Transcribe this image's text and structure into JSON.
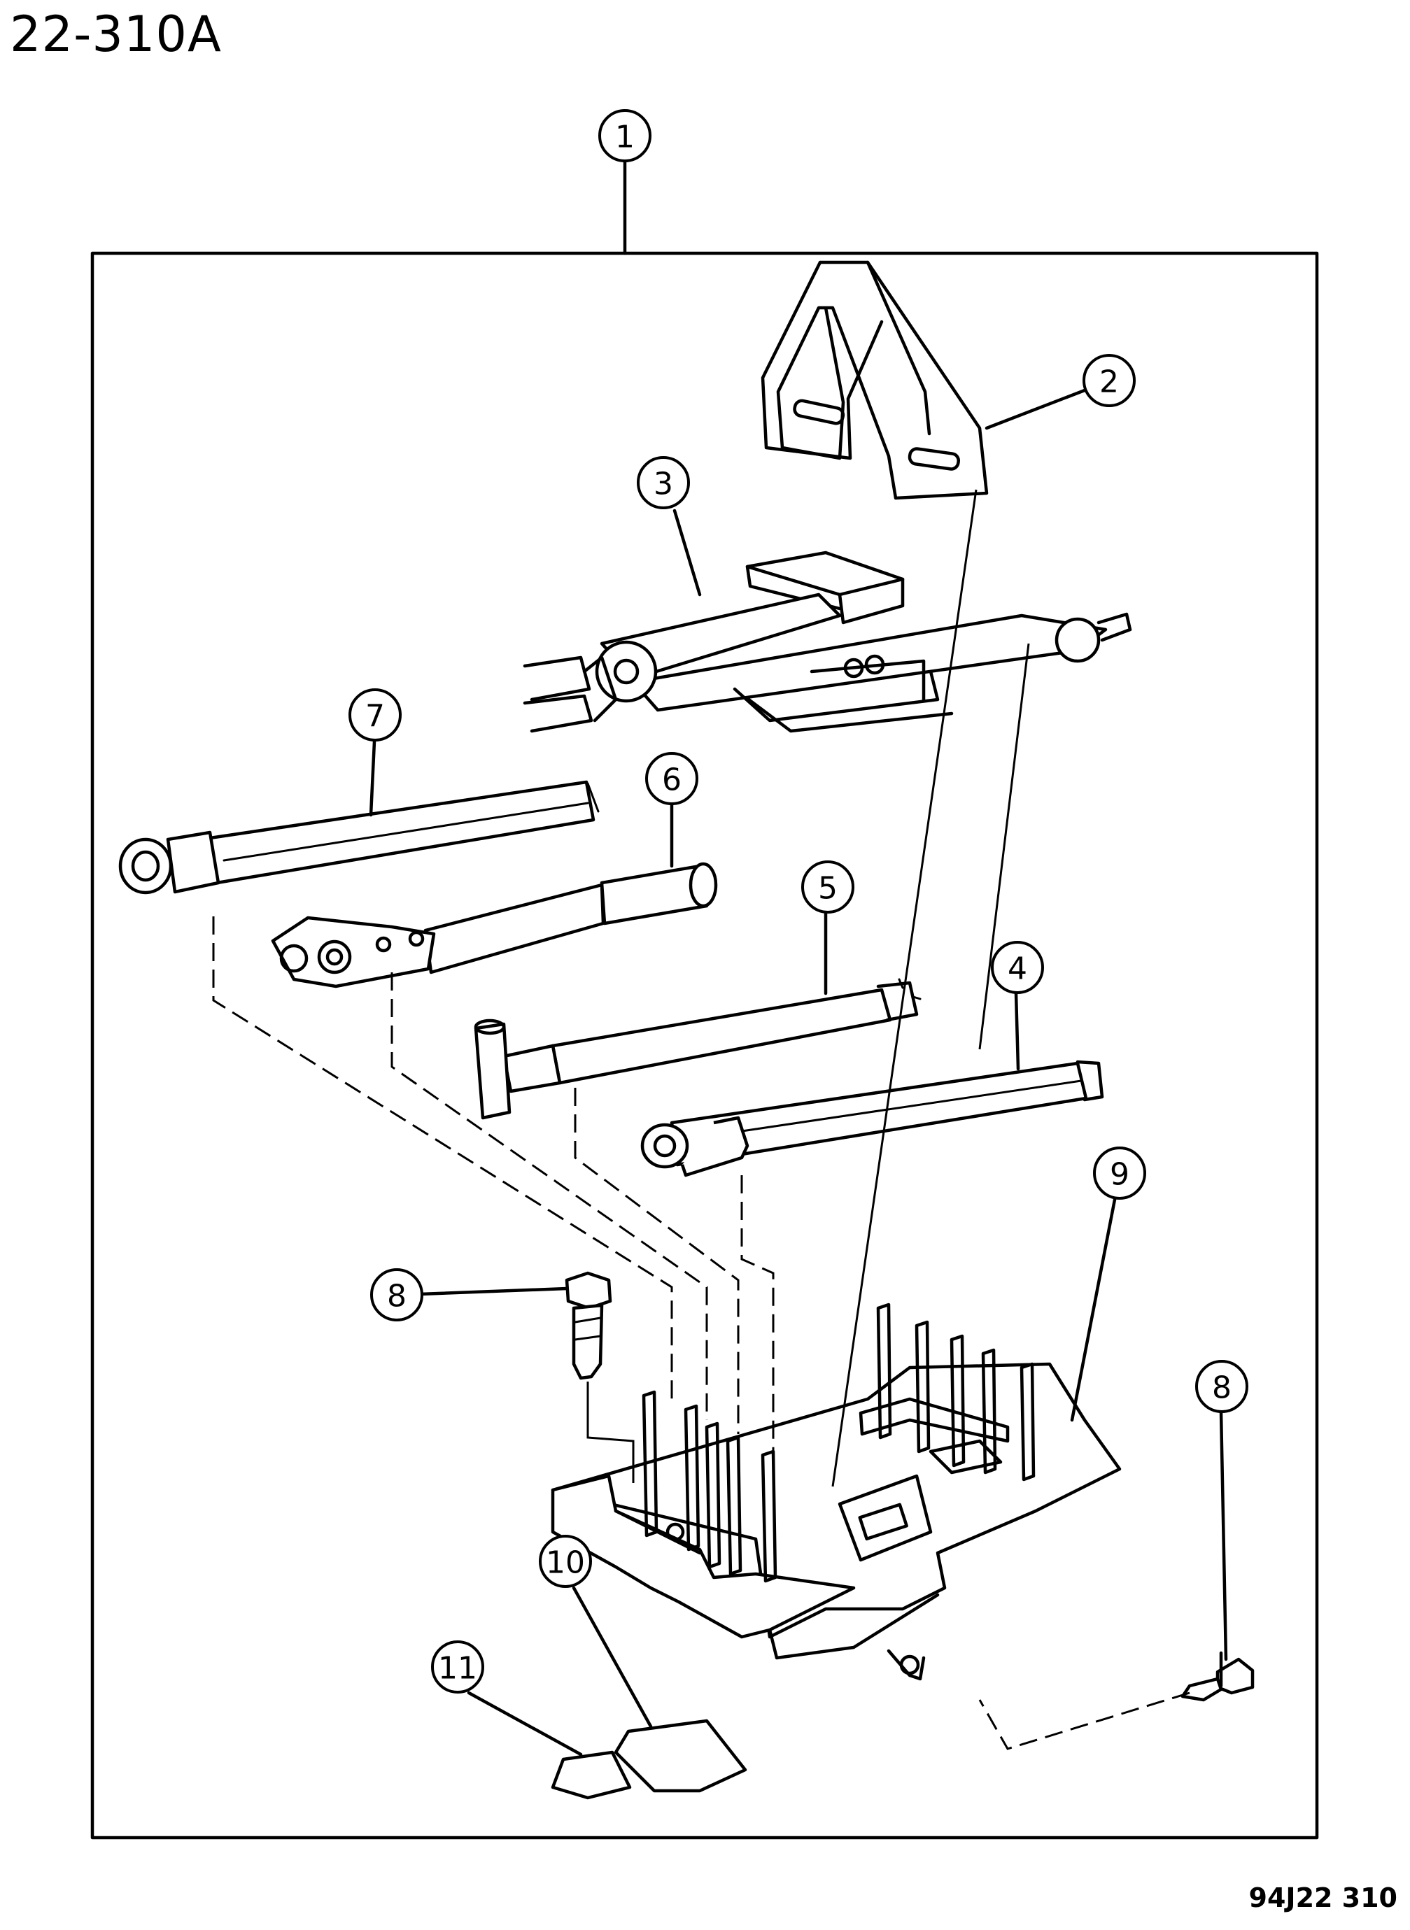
{
  "figure_id": "22-310A",
  "reference_code": "94J22 310",
  "callouts": {
    "c1": "1",
    "c2": "2",
    "c3": "3",
    "c4": "4",
    "c5": "5",
    "c6": "6",
    "c7": "7",
    "c8a": "8",
    "c8b": "8",
    "c9": "9",
    "c10": "10",
    "c11": "11"
  }
}
